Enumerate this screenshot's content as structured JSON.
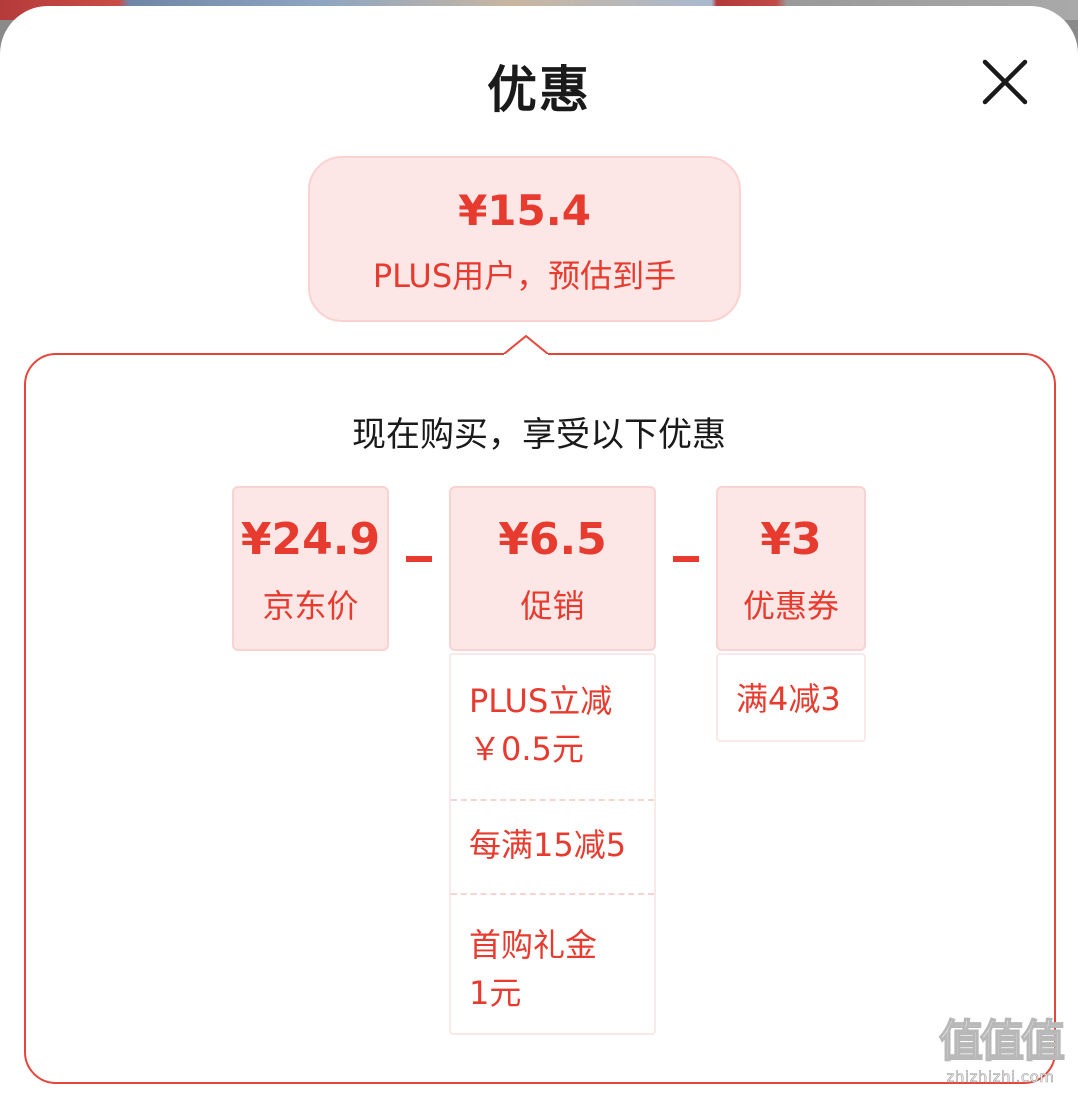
{
  "sheet": {
    "title": "优惠",
    "close_icon": "close-icon"
  },
  "summary": {
    "price": "¥15.4",
    "note": "PLUS用户，预估到手"
  },
  "panel": {
    "heading": "现在购买，享受以下优惠"
  },
  "breakdown": {
    "jd_price": {
      "value": "¥24.9",
      "label": "京东价"
    },
    "promotion": {
      "value": "¥6.5",
      "label": "促销",
      "details": [
        "PLUS立减",
        "￥0.5元",
        "每满15减5",
        "首购礼金",
        "1元"
      ]
    },
    "coupon": {
      "value": "¥3",
      "label": "优惠券",
      "details": [
        "满4减3"
      ]
    }
  },
  "watermark": {
    "logo": "值值值",
    "url": "zhizhizhi.com"
  },
  "colors": {
    "accent": "#e63b2e",
    "card_bg": "#fde6e6",
    "panel_border": "#e8453a"
  }
}
